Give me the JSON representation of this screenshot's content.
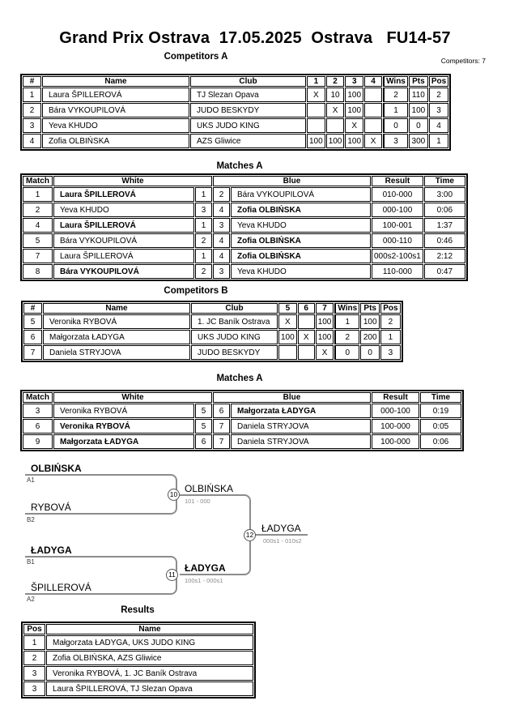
{
  "page": {
    "title": "Grand Prix Ostrava  17.05.2025  Ostrava   FU14-57",
    "competitors_count": "Competitors: 7"
  },
  "competitors_a": {
    "heading": "Competitors A",
    "headers": {
      "num": "#",
      "name": "Name",
      "club": "Club",
      "r1": "1",
      "r2": "2",
      "r3": "3",
      "r4": "4",
      "wins": "Wins",
      "pts": "Pts",
      "pos": "Pos"
    },
    "rows": [
      {
        "num": "1",
        "name": "Laura ŠPILLEROVÁ",
        "club": "TJ Slezan Opava",
        "r1": "X",
        "r2": "10",
        "r3": "100",
        "r4": "",
        "wins": "2",
        "pts": "110",
        "pos": "2"
      },
      {
        "num": "2",
        "name": "Bára VYKOUPILOVÁ",
        "club": "JUDO BESKYDY",
        "r1": "",
        "r2": "X",
        "r3": "100",
        "r4": "",
        "wins": "1",
        "pts": "100",
        "pos": "3"
      },
      {
        "num": "3",
        "name": "Yeva KHUDO",
        "club": "UKS JUDO KING",
        "r1": "",
        "r2": "",
        "r3": "X",
        "r4": "",
        "wins": "0",
        "pts": "0",
        "pos": "4"
      },
      {
        "num": "4",
        "name": "Zofia OLBIŃSKA",
        "club": "AZS Gliwice",
        "r1": "100",
        "r2": "100",
        "r3": "100",
        "r4": "X",
        "wins": "3",
        "pts": "300",
        "pos": "1"
      }
    ]
  },
  "matches_a1": {
    "heading": "Matches A",
    "headers": {
      "match": "Match",
      "white": "White",
      "blue": "Blue",
      "result": "Result",
      "time": "Time"
    },
    "rows": [
      {
        "match": "1",
        "white": "Laura ŠPILLEROVÁ",
        "white_bold": true,
        "wn": "1",
        "bn": "2",
        "blue": "Bára VYKOUPILOVÁ",
        "blue_bold": false,
        "result": "010-000",
        "time": "3:00"
      },
      {
        "match": "2",
        "white": "Yeva KHUDO",
        "white_bold": false,
        "wn": "3",
        "bn": "4",
        "blue": "Zofia OLBIŃSKA",
        "blue_bold": true,
        "result": "000-100",
        "time": "0:06"
      },
      {
        "match": "4",
        "white": "Laura ŠPILLEROVÁ",
        "white_bold": true,
        "wn": "1",
        "bn": "3",
        "blue": "Yeva KHUDO",
        "blue_bold": false,
        "result": "100-001",
        "time": "1:37"
      },
      {
        "match": "5",
        "white": "Bára VYKOUPILOVÁ",
        "white_bold": false,
        "wn": "2",
        "bn": "4",
        "blue": "Zofia OLBIŃSKA",
        "blue_bold": true,
        "result": "000-110",
        "time": "0:46"
      },
      {
        "match": "7",
        "white": "Laura ŠPILLEROVÁ",
        "white_bold": false,
        "wn": "1",
        "bn": "4",
        "blue": "Zofia OLBIŃSKA",
        "blue_bold": true,
        "result": "000s2-100s1",
        "time": "2:12"
      },
      {
        "match": "8",
        "white": "Bára VYKOUPILOVÁ",
        "white_bold": true,
        "wn": "2",
        "bn": "3",
        "blue": "Yeva KHUDO",
        "blue_bold": false,
        "result": "110-000",
        "time": "0:47"
      }
    ]
  },
  "competitors_b": {
    "heading": "Competitors B",
    "headers": {
      "num": "#",
      "name": "Name",
      "club": "Club",
      "r1": "5",
      "r2": "6",
      "r3": "7",
      "wins": "Wins",
      "pts": "Pts",
      "pos": "Pos"
    },
    "rows": [
      {
        "num": "5",
        "name": "Veronika RYBOVÁ",
        "club": "1. JC Baník Ostrava",
        "r1": "X",
        "r2": "",
        "r3": "100",
        "wins": "1",
        "pts": "100",
        "pos": "2"
      },
      {
        "num": "6",
        "name": "Małgorzata ŁADYGA",
        "club": "UKS JUDO KING",
        "r1": "100",
        "r2": "X",
        "r3": "100",
        "wins": "2",
        "pts": "200",
        "pos": "1"
      },
      {
        "num": "7",
        "name": "Daniela STRYJOVA",
        "club": "JUDO BESKYDY",
        "r1": "",
        "r2": "",
        "r3": "X",
        "wins": "0",
        "pts": "0",
        "pos": "3"
      }
    ]
  },
  "matches_a2": {
    "heading": "Matches A",
    "headers": {
      "match": "Match",
      "white": "White",
      "blue": "Blue",
      "result": "Result",
      "time": "Time"
    },
    "rows": [
      {
        "match": "3",
        "white": "Veronika RYBOVÁ",
        "white_bold": false,
        "wn": "5",
        "bn": "6",
        "blue": "Małgorzata ŁADYGA",
        "blue_bold": true,
        "result": "000-100",
        "time": "0:19"
      },
      {
        "match": "6",
        "white": "Veronika RYBOVÁ",
        "white_bold": true,
        "wn": "5",
        "bn": "7",
        "blue": "Daniela STRYJOVA",
        "blue_bold": false,
        "result": "100-000",
        "time": "0:05"
      },
      {
        "match": "9",
        "white": "Małgorzata ŁADYGA",
        "white_bold": true,
        "wn": "6",
        "bn": "7",
        "blue": "Daniela STRYJOVA",
        "blue_bold": false,
        "result": "100-000",
        "time": "0:06"
      }
    ]
  },
  "bracket": {
    "slots": [
      {
        "name": "OLBIŃSKA",
        "seed": "A1",
        "bold": true
      },
      {
        "name": "RYBOVÁ",
        "seed": "B2",
        "bold": false
      },
      {
        "name": "ŁADYGA",
        "seed": "B1",
        "bold": true
      },
      {
        "name": "ŠPILLEROVÁ",
        "seed": "A2",
        "bold": false
      }
    ],
    "nodes": [
      {
        "id": "10",
        "winner": "OLBIŃSKA",
        "score": "101 - 000",
        "bold": false
      },
      {
        "id": "11",
        "winner": "ŁADYGA",
        "score": "100s1 - 000s1",
        "bold": true
      },
      {
        "id": "12",
        "winner": "ŁADYGA",
        "score": "000s1 - 010s2",
        "bold": false
      }
    ]
  },
  "results": {
    "heading": "Results",
    "headers": {
      "pos": "Pos",
      "name": "Name"
    },
    "rows": [
      {
        "pos": "1",
        "name": "Małgorzata ŁADYGA, UKS JUDO KING"
      },
      {
        "pos": "2",
        "name": "Zofia OLBIŃSKA, AZS Gliwice"
      },
      {
        "pos": "3",
        "name": "Veronika RYBOVÁ, 1. JC Baník Ostrava"
      },
      {
        "pos": "3",
        "name": "Laura ŠPILLEROVÁ, TJ Slezan Opava"
      }
    ]
  }
}
